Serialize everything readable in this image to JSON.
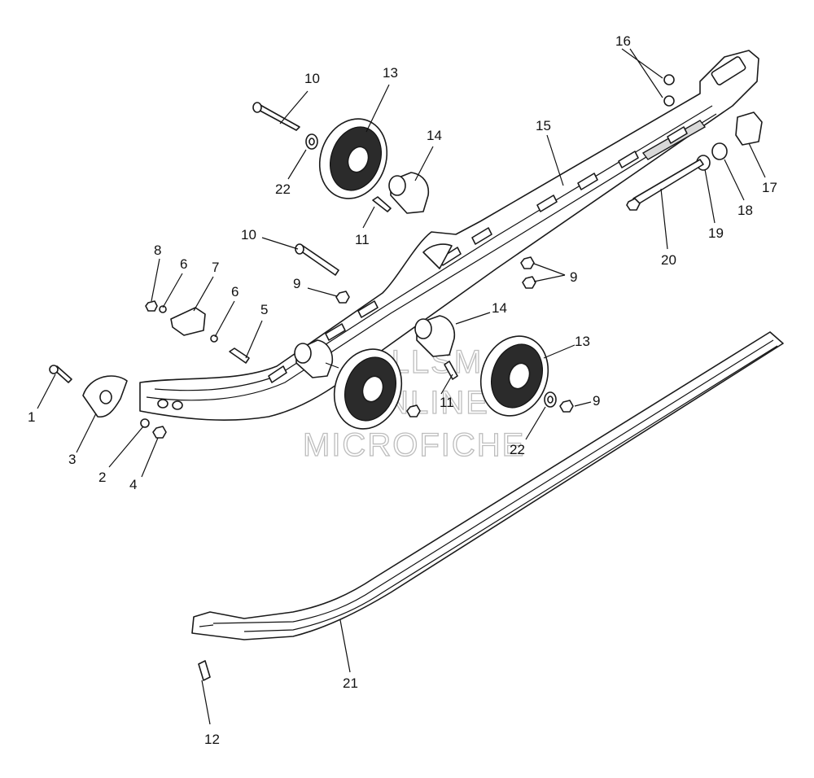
{
  "watermark": {
    "line1": "ALLSM",
    "line2": "ONLINE",
    "line3": "MICROFICHE"
  },
  "callouts": [
    {
      "id": "c1",
      "label": "1"
    },
    {
      "id": "c2",
      "label": "2"
    },
    {
      "id": "c3",
      "label": "3"
    },
    {
      "id": "c4",
      "label": "4"
    },
    {
      "id": "c5",
      "label": "5"
    },
    {
      "id": "c6a",
      "label": "6"
    },
    {
      "id": "c6b",
      "label": "6"
    },
    {
      "id": "c7",
      "label": "7"
    },
    {
      "id": "c8",
      "label": "8"
    },
    {
      "id": "c9a",
      "label": "9"
    },
    {
      "id": "c9b",
      "label": "9"
    },
    {
      "id": "c9c",
      "label": "9"
    },
    {
      "id": "c10a",
      "label": "10"
    },
    {
      "id": "c10b",
      "label": "10"
    },
    {
      "id": "c11a",
      "label": "11"
    },
    {
      "id": "c11b",
      "label": "11"
    },
    {
      "id": "c12",
      "label": "12"
    },
    {
      "id": "c13a",
      "label": "13"
    },
    {
      "id": "c13b",
      "label": "13"
    },
    {
      "id": "c14a",
      "label": "14"
    },
    {
      "id": "c14b",
      "label": "14"
    },
    {
      "id": "c15",
      "label": "15"
    },
    {
      "id": "c16",
      "label": "16"
    },
    {
      "id": "c17",
      "label": "17"
    },
    {
      "id": "c18",
      "label": "18"
    },
    {
      "id": "c19",
      "label": "19"
    },
    {
      "id": "c20",
      "label": "20"
    },
    {
      "id": "c21",
      "label": "21"
    },
    {
      "id": "c22a",
      "label": "22"
    },
    {
      "id": "c22b",
      "label": "22"
    }
  ]
}
